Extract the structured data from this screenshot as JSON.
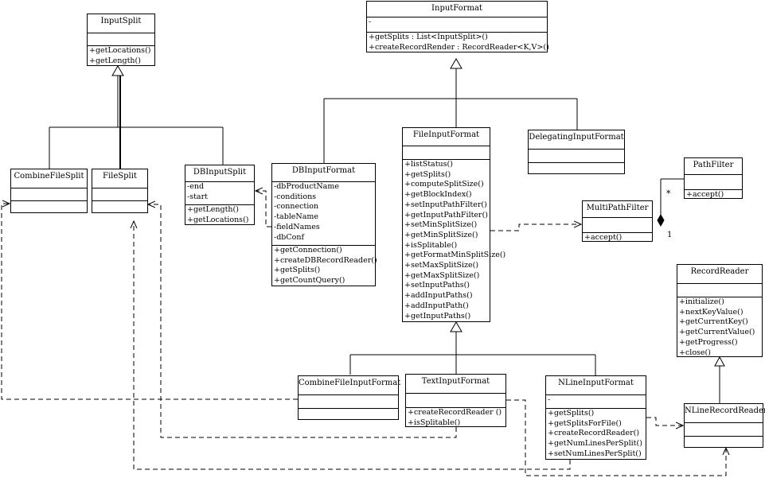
{
  "classes": {
    "InputSplit": {
      "name": "InputSplit",
      "attributes": [],
      "operations": [
        "+getLocations()",
        "+getLength()"
      ]
    },
    "InputFormat": {
      "name": "InputFormat",
      "attributes": [
        "-"
      ],
      "operations": [
        "+getSplits : List<InputSplit>()",
        "+createRecordRender : RecordReader<K,V>()"
      ]
    },
    "CombineFileSplit": {
      "name": "CombineFileSplit",
      "attributes": [],
      "operations": []
    },
    "FileSplit": {
      "name": "FileSplit",
      "attributes": [],
      "operations": []
    },
    "DBInputSplit": {
      "name": "DBInputSplit",
      "attributes": [
        "-end",
        "-start"
      ],
      "operations": [
        "+getLength()",
        "+getLocations()"
      ]
    },
    "DBInputFormat": {
      "name": "DBInputFormat",
      "attributes": [
        "-dbProductName",
        "-conditions",
        "-connection",
        "-tableName",
        "-fieldNames",
        "-dbConf"
      ],
      "operations": [
        "+getConnection()",
        "+createDBRecordReader()",
        "+getSplits()",
        "+getCountQuery()"
      ]
    },
    "FileInputFormat": {
      "name": "FileInputFormat",
      "attributes": [],
      "operations": [
        "+listStatus()",
        "+getSplits()",
        "+computeSplitSize()",
        "+getBlockIndex()",
        "+setInputPathFilter()",
        "+getInputPathFilter()",
        "+setMinSplitSize()",
        "+getMinSplitSize()",
        "+isSplitable()",
        "+getFormatMinSplitSize()",
        "+setMaxSplitSize()",
        "+getMaxSplitSize()",
        "+setInputPaths()",
        "+addInputPaths()",
        "+addInputPath()",
        "+getInputPaths()"
      ]
    },
    "DelegatingInputFormat": {
      "name": "DelegatingInputFormat",
      "attributes": [],
      "operations": []
    },
    "PathFilter": {
      "name": "PathFilter",
      "attributes": [],
      "operations": [
        "+accept()"
      ]
    },
    "MultiPathFilter": {
      "name": "MultiPathFilter",
      "attributes": [],
      "operations": [
        "+accept()"
      ]
    },
    "RecordReader": {
      "name": "RecordReader",
      "attributes": [],
      "operations": [
        "+initialize()",
        "+nextKeyValue()",
        "+getCurrentKey()",
        "+getCurrentValue()",
        "+getProgress()",
        "+close()"
      ]
    },
    "CombineFileInputFormat": {
      "name": "CombineFileInputFormat",
      "attributes": [],
      "operations": []
    },
    "TextInputFormat": {
      "name": "TextInputFormat",
      "attributes": [],
      "operations": [
        "+createRecordReader ()",
        "+isSplitable()"
      ]
    },
    "NLineInputFormat": {
      "name": "NLineInputFormat",
      "attributes": [
        "-"
      ],
      "operations": [
        "+getSplits()",
        "+getSplitsForFile()",
        "+createRecordReader()",
        "+getNumLinesPerSplit()",
        "+setNumLinesPerSplit()"
      ]
    },
    "NLineRecordReader": {
      "name": "NLineRecordReader",
      "attributes": [],
      "operations": []
    }
  },
  "multiplicities": {
    "pathfilter_end": "*",
    "multipathfilter_end": "1"
  }
}
